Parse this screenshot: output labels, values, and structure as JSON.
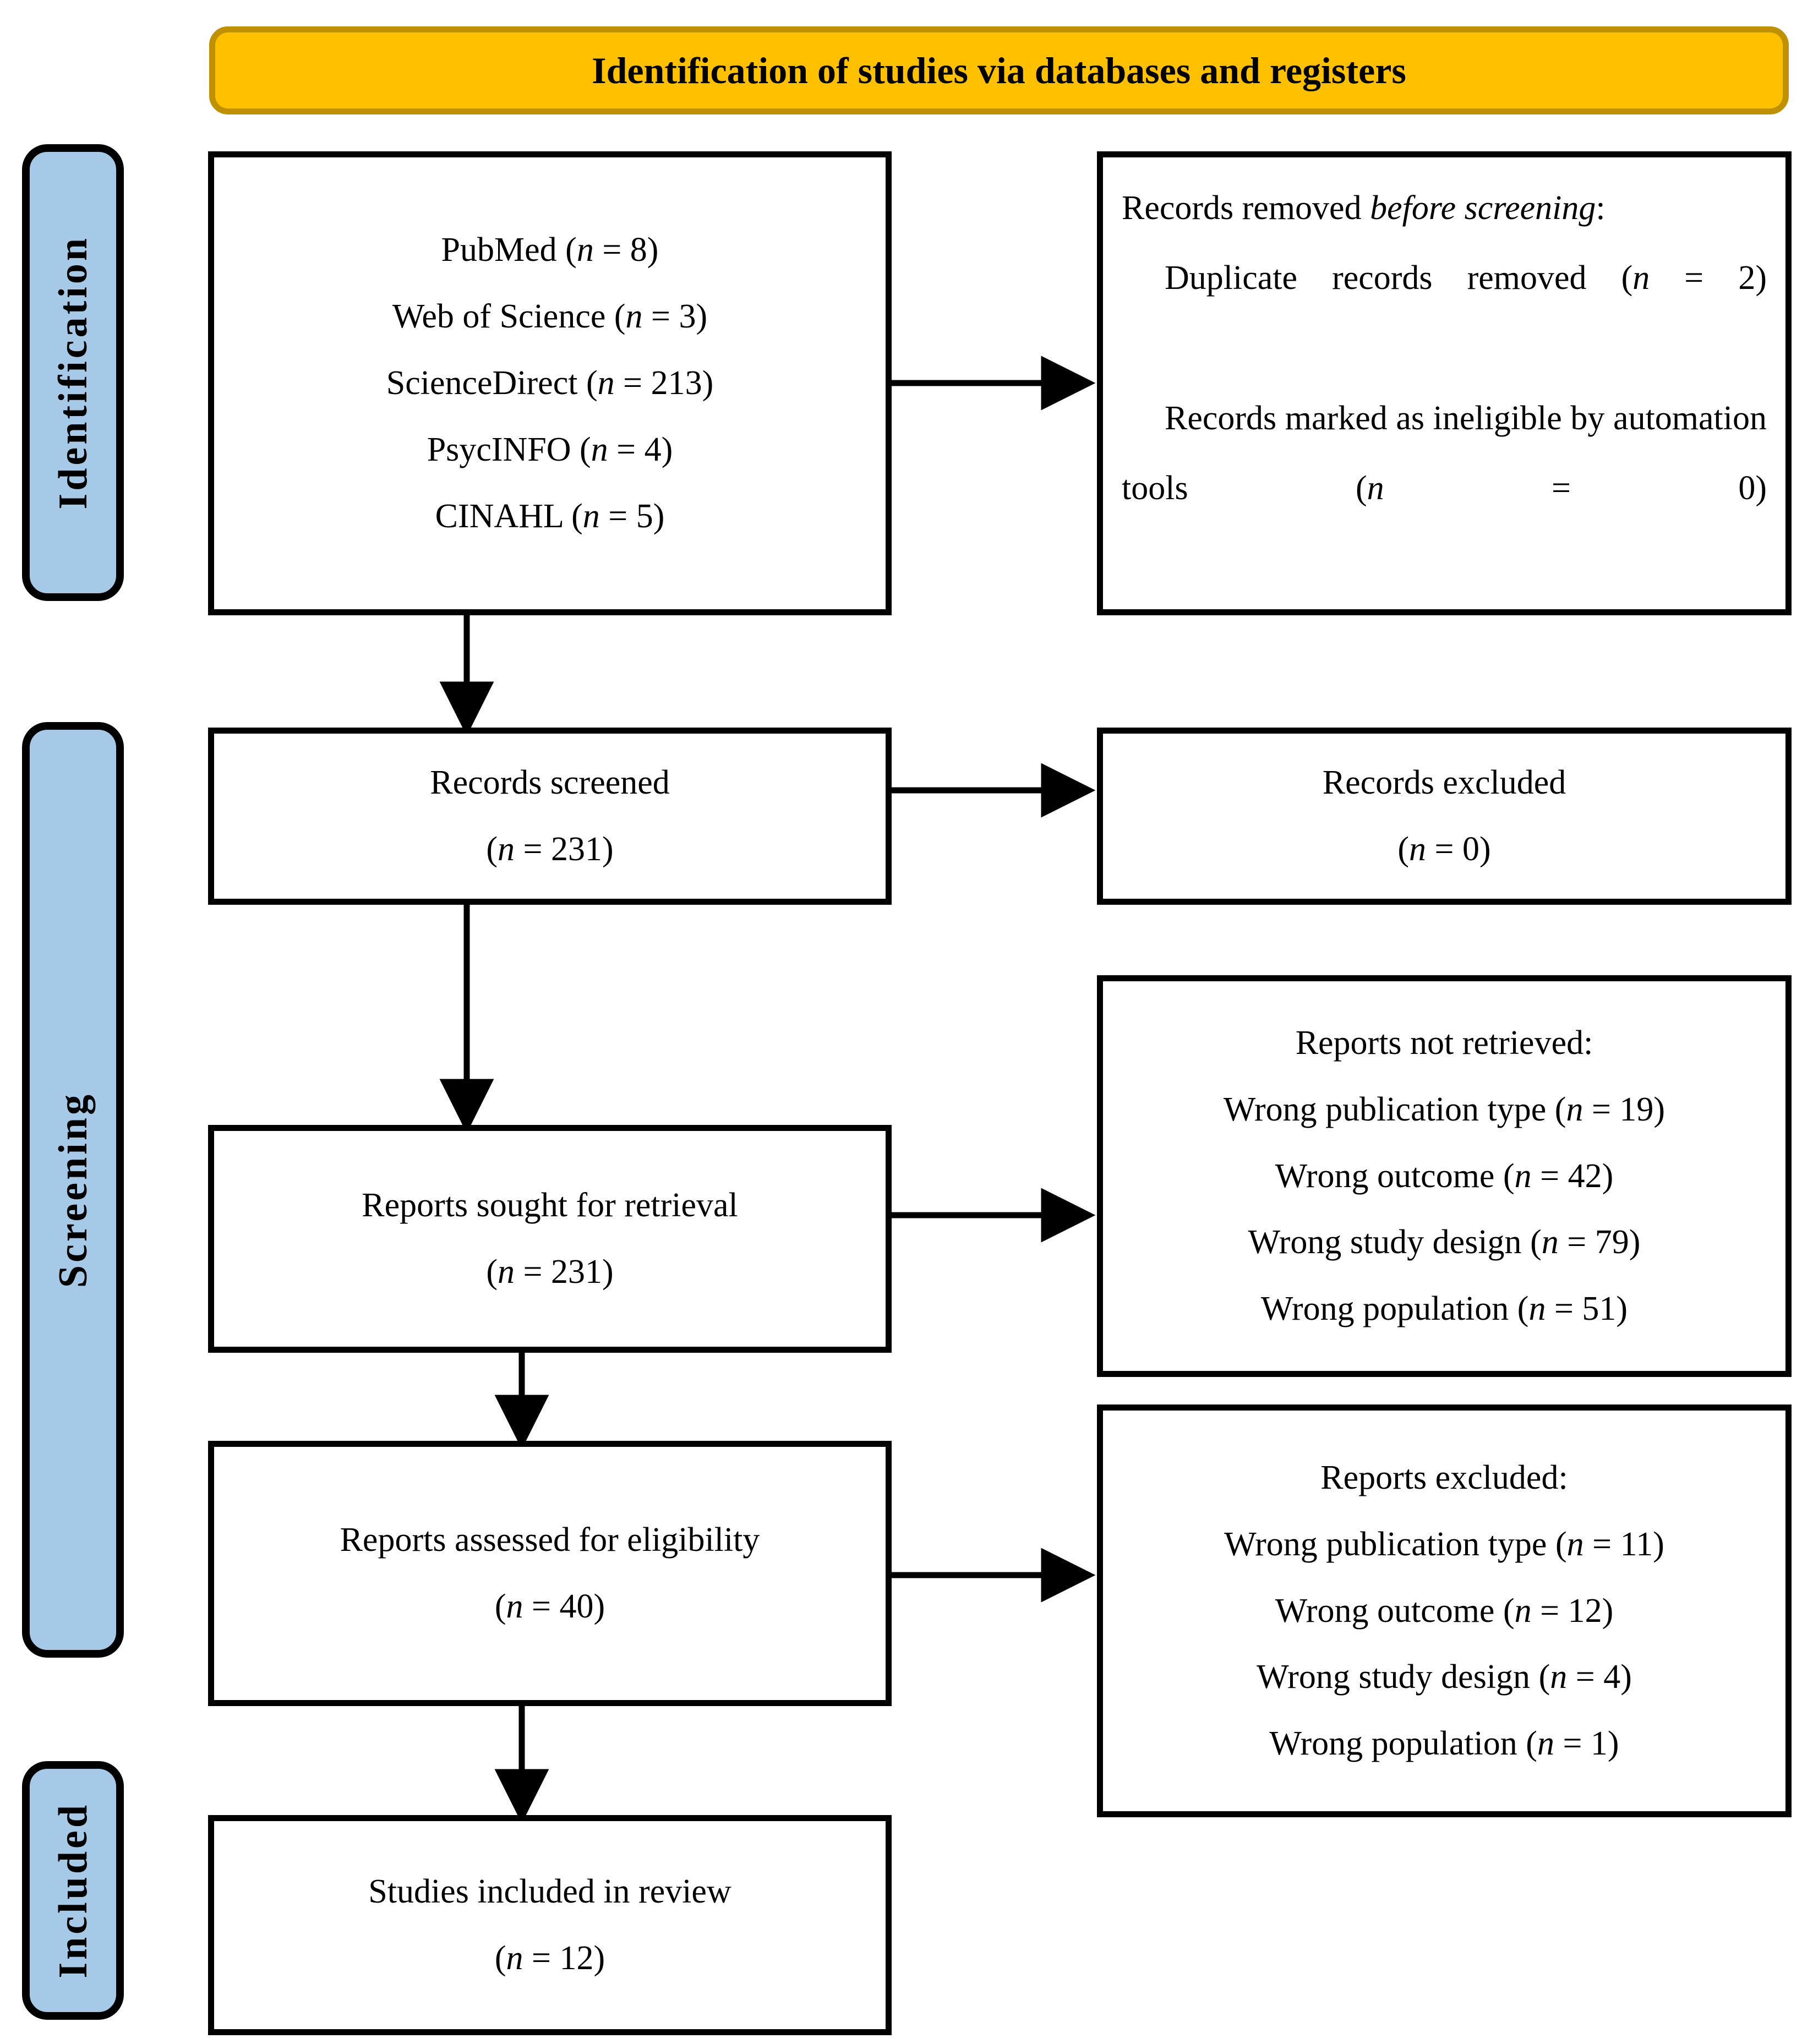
{
  "banner": {
    "title": "Identification of studies via databases and registers"
  },
  "phases": [
    {
      "label": "Identification"
    },
    {
      "label": "Screening"
    },
    {
      "label": "Included"
    }
  ],
  "boxes": {
    "databases": {
      "lines": [
        "PubMed (n = 8)",
        "Web of Science (n = 3)",
        "ScienceDirect (n = 213)",
        "PsycINFO (n = 4)",
        "CINAHL (n = 5)"
      ],
      "sources": [
        {
          "name": "PubMed",
          "n": 8
        },
        {
          "name": "Web of Science",
          "n": 3
        },
        {
          "name": "ScienceDirect",
          "n": 213
        },
        {
          "name": "PsycINFO",
          "n": 4
        },
        {
          "name": "CINAHL",
          "n": 5
        }
      ]
    },
    "removed_before_screening": {
      "heading_plain": "Records removed ",
      "heading_italic": "before screening",
      "heading_colon": ":",
      "item1_a": "Duplicate records removed (",
      "item1_b": "n",
      "item1_c": " = 2)",
      "item2_a": "Records marked as ineligible by automation tools (",
      "item2_b": "n",
      "item2_c": " = 0)",
      "items": [
        {
          "label": "Duplicate records removed",
          "n": 2
        },
        {
          "label": "Records marked as ineligible by automation tools",
          "n": 0
        }
      ]
    },
    "records_screened": {
      "title": "Records screened",
      "count": "(n = 231)",
      "n": 231
    },
    "records_excluded": {
      "title": "Records excluded",
      "count": "(n = 0)",
      "n": 0
    },
    "reports_sought": {
      "title": "Reports sought for retrieval",
      "count": "(n = 231)",
      "n": 231
    },
    "reports_not_retrieved": {
      "heading": "Reports not retrieved:",
      "lines": [
        "Wrong publication type (n = 19)",
        "Wrong outcome (n = 42)",
        "Wrong study design (n = 79)",
        "Wrong population (n = 51)"
      ],
      "items": [
        {
          "label": "Wrong publication type",
          "n": 19
        },
        {
          "label": "Wrong outcome",
          "n": 42
        },
        {
          "label": "Wrong study design",
          "n": 79
        },
        {
          "label": "Wrong population",
          "n": 51
        }
      ]
    },
    "reports_assessed": {
      "title": "Reports assessed for eligibility",
      "count": "(n = 40)",
      "n": 40
    },
    "reports_excluded": {
      "heading": "Reports excluded:",
      "lines": [
        "Wrong publication type (n = 11)",
        "Wrong outcome (n = 12)",
        "Wrong study design (n = 4)",
        "Wrong population (n = 1)"
      ],
      "items": [
        {
          "label": "Wrong publication type",
          "n": 11
        },
        {
          "label": "Wrong outcome",
          "n": 12
        },
        {
          "label": "Wrong study design",
          "n": 4
        },
        {
          "label": "Wrong population",
          "n": 1
        }
      ]
    },
    "studies_included": {
      "title": "Studies included in review",
      "count": "(n = 12)",
      "n": 12
    }
  },
  "colors": {
    "banner_fill": "#FFC000",
    "banner_border": "#BF9000",
    "phase_fill": "#A6C9E8",
    "line": "#000000",
    "box_fill": "#FFFFFF"
  }
}
